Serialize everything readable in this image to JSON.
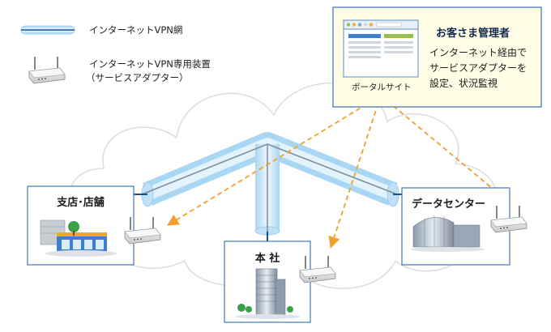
{
  "legend": {
    "vpn_label": "インターネットVPN網",
    "device_label_line1": "インターネットVPN専用装置",
    "device_label_line2": "（サービスアダプター）"
  },
  "management": {
    "title": "お客さま管理者",
    "desc_line1": "インターネット経由で",
    "desc_line2": "サービスアダプターを",
    "desc_line3": "設定、状況監視",
    "portal_label": "ポータルサイト"
  },
  "sites": {
    "branch": "支店･店舗",
    "headquarters": "本 社",
    "datacenter": "データセンター"
  },
  "colors": {
    "box_border": "#3f79b9",
    "management_bg": "#fffde6",
    "arrow": "#f0a030",
    "tube": "#cfe8f7",
    "cloud_line": "#dddddd"
  }
}
